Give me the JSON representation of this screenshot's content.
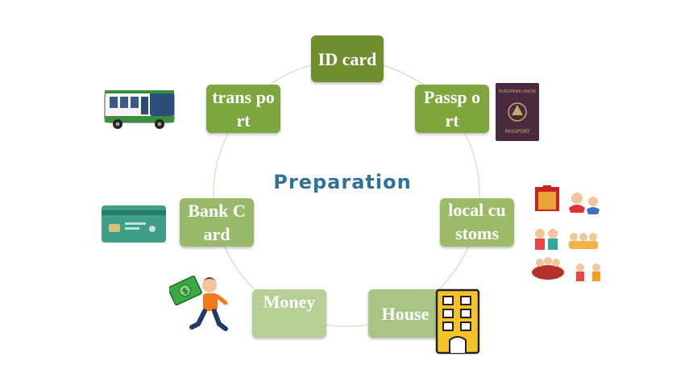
{
  "diagram": {
    "center_title": "Preparation",
    "nodes": [
      {
        "id": "id-card",
        "label": "ID card",
        "fill": "#6f8f2f"
      },
      {
        "id": "passport",
        "label": "Passp ort",
        "fill": "#7fa63c"
      },
      {
        "id": "local-customs",
        "label": "local customs",
        "fill": "#9bbb68"
      },
      {
        "id": "house",
        "label": "House",
        "fill": "#a9c585"
      },
      {
        "id": "money",
        "label": "Money",
        "fill": "#b6cf95"
      },
      {
        "id": "bank-card",
        "label": "Bank Card",
        "fill": "#99b96a"
      },
      {
        "id": "transport",
        "label": "trans port",
        "fill": "#7da63f"
      }
    ],
    "ring_color": "#d4dcc4"
  },
  "illustrations": {
    "bus": "bus-icon",
    "passport": "passport-icon",
    "customs": "festival-people-icon",
    "building": "building-icon",
    "money_man": "running-man-with-money-icon",
    "bank_card": "bank-card-icon"
  },
  "passport_text": "PASSPORT"
}
